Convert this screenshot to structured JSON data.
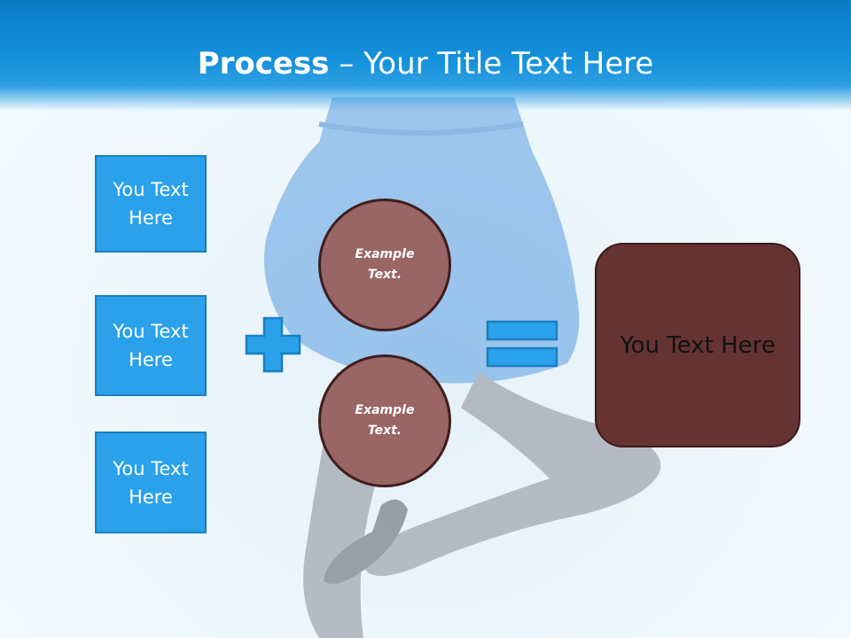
{
  "slide": {
    "title_bold": "Process",
    "title_rest": " – Your Title Text Here"
  },
  "inputs": [
    {
      "label": "You Text\nHere"
    },
    {
      "label": "You Text\nHere"
    },
    {
      "label": "You Text\nHere"
    }
  ],
  "operands": [
    {
      "label": "Example\nText."
    },
    {
      "label": "Example\nText."
    }
  ],
  "result": {
    "label": "You Text Here"
  },
  "icons": {
    "plus": "plus-icon",
    "equals": "equals-icon"
  },
  "colors": {
    "header": "#0a7bc6",
    "box_fill": "#2aa1ea",
    "circle_fill": "#9a6565",
    "result_fill": "#663333"
  }
}
